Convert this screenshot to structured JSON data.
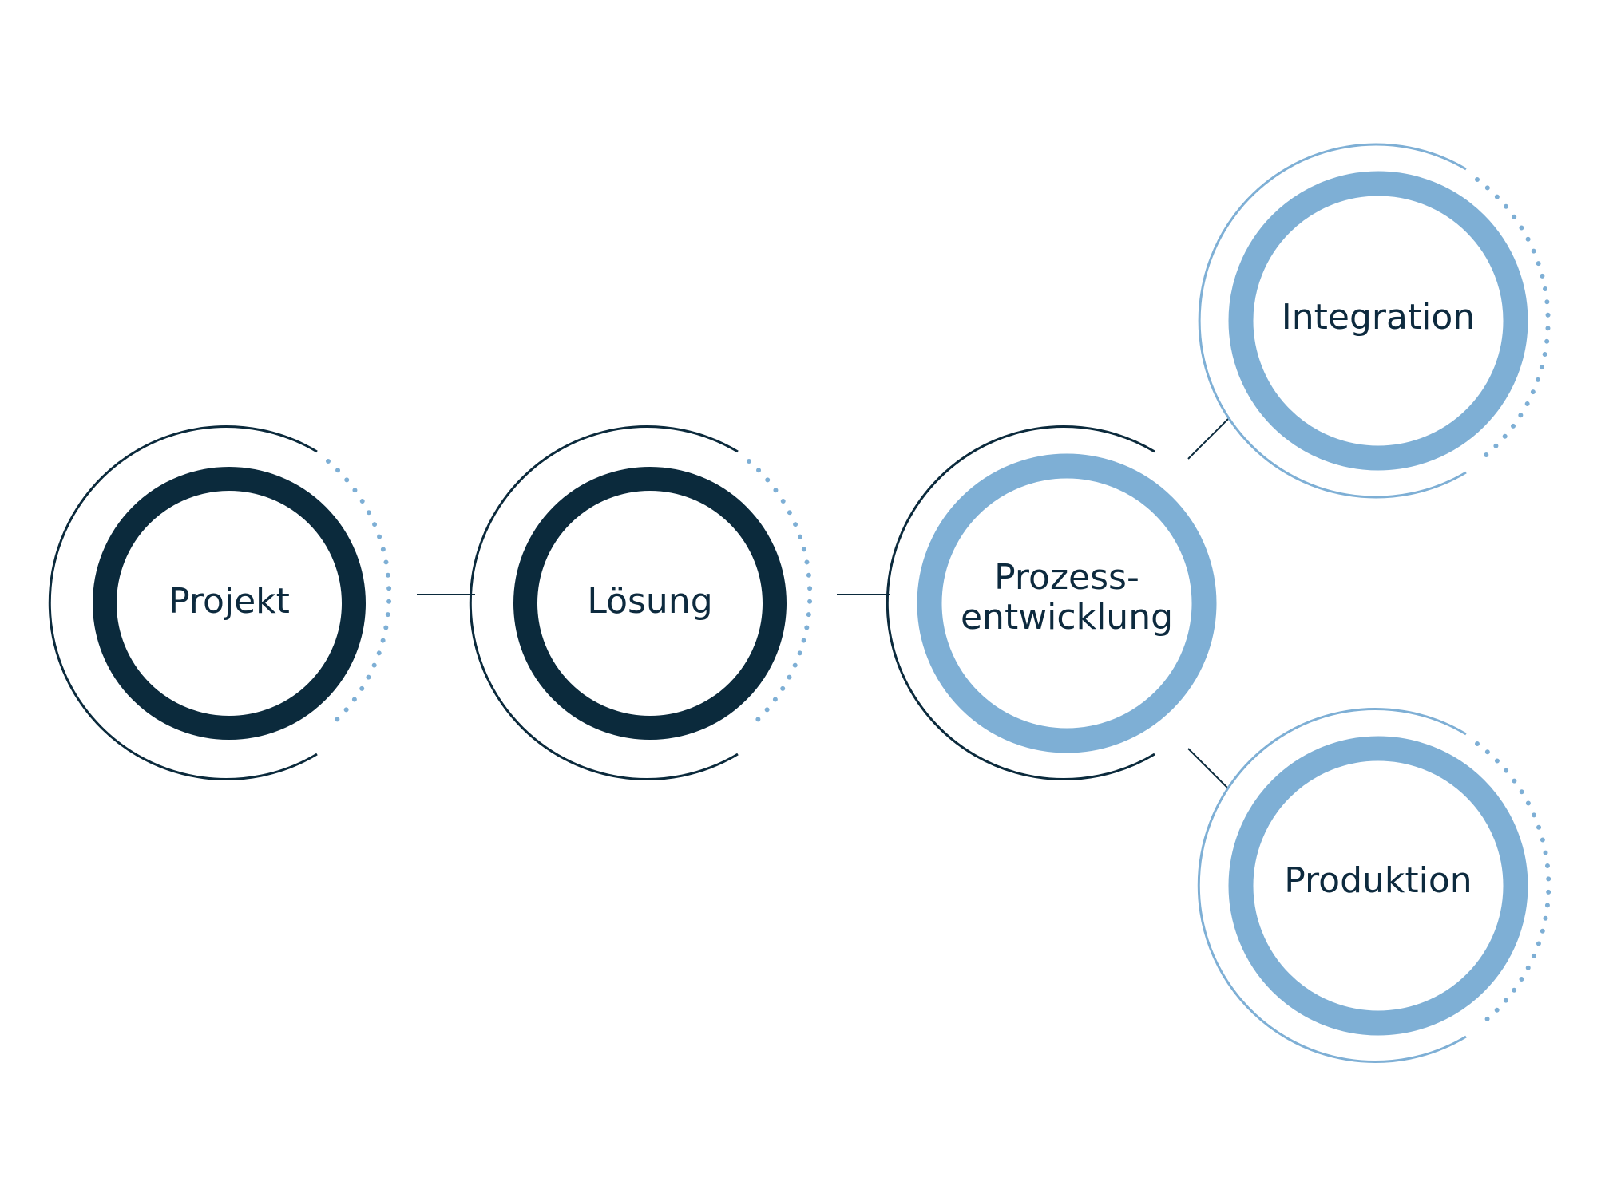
{
  "colors": {
    "dark": "#0b2a3c",
    "light": "#7eafd5",
    "text": "#0d2a3e"
  },
  "nodes": [
    {
      "id": "projekt",
      "lines": [
        "Projekt"
      ],
      "theme": "dark"
    },
    {
      "id": "loesung",
      "lines": [
        "Lösung"
      ],
      "theme": "dark"
    },
    {
      "id": "prozessentwicklung",
      "lines": [
        "Prozess-",
        "entwicklung"
      ],
      "theme": "mixed"
    },
    {
      "id": "integration",
      "lines": [
        "Integration"
      ],
      "theme": "light"
    },
    {
      "id": "produktion",
      "lines": [
        "Produktion"
      ],
      "theme": "light"
    }
  ],
  "connections": [
    {
      "from": "projekt",
      "to": "loesung"
    },
    {
      "from": "loesung",
      "to": "prozessentwicklung"
    },
    {
      "from": "prozessentwicklung",
      "to": "integration"
    },
    {
      "from": "prozessentwicklung",
      "to": "produktion"
    }
  ]
}
